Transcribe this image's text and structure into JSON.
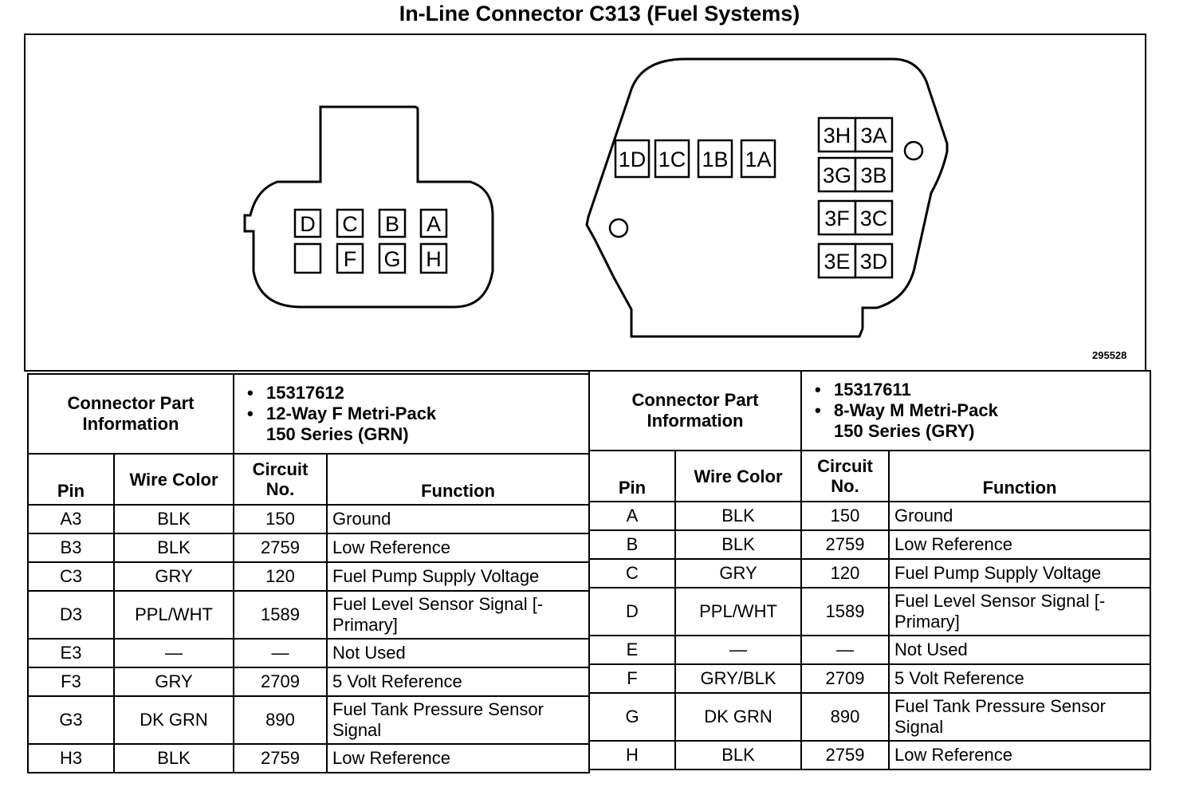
{
  "title": "In-Line Connector C313 (Fuel Systems)",
  "figure_id": "295528",
  "left_connector": {
    "pins": [
      "D",
      "C",
      "B",
      "A",
      "",
      "F",
      "G",
      "H"
    ]
  },
  "right_connector": {
    "row1": [
      "1D",
      "1C",
      "1B",
      "1A"
    ],
    "grid": [
      "3H",
      "3A",
      "3G",
      "3B",
      "3F",
      "3C",
      "3E",
      "3D"
    ]
  },
  "left_table": {
    "info_label": "Connector Part Information",
    "part_number": "15317612",
    "part_desc_1": "12-Way F Metri-Pack",
    "part_desc_2": "150 Series (GRN)",
    "headers": {
      "pin": "Pin",
      "wire_color": "Wire Color",
      "circuit": "Circuit No.",
      "function": "Function"
    },
    "rows": [
      {
        "pin": "A3",
        "wire": "BLK",
        "circuit": "150",
        "function": "Ground"
      },
      {
        "pin": "B3",
        "wire": "BLK",
        "circuit": "2759",
        "function": "Low Reference"
      },
      {
        "pin": "C3",
        "wire": "GRY",
        "circuit": "120",
        "function": "Fuel Pump Supply Voltage"
      },
      {
        "pin": "D3",
        "wire": "PPL/WHT",
        "circuit": "1589",
        "function": "Fuel Level Sensor Signal [- Primary]"
      },
      {
        "pin": "E3",
        "wire": "—",
        "circuit": "—",
        "function": "Not Used"
      },
      {
        "pin": "F3",
        "wire": "GRY",
        "circuit": "2709",
        "function": "5 Volt Reference"
      },
      {
        "pin": "G3",
        "wire": "DK GRN",
        "circuit": "890",
        "function": "Fuel Tank Pressure Sensor Signal"
      },
      {
        "pin": "H3",
        "wire": "BLK",
        "circuit": "2759",
        "function": "Low Reference"
      }
    ]
  },
  "right_table": {
    "info_label": "Connector Part Information",
    "part_number": "15317611",
    "part_desc_1": "8-Way M Metri-Pack",
    "part_desc_2": "150 Series (GRY)",
    "headers": {
      "pin": "Pin",
      "wire_color": "Wire Color",
      "circuit": "Circuit No.",
      "function": "Function"
    },
    "rows": [
      {
        "pin": "A",
        "wire": "BLK",
        "circuit": "150",
        "function": "Ground"
      },
      {
        "pin": "B",
        "wire": "BLK",
        "circuit": "2759",
        "function": "Low Reference"
      },
      {
        "pin": "C",
        "wire": "GRY",
        "circuit": "120",
        "function": "Fuel Pump Supply Voltage"
      },
      {
        "pin": "D",
        "wire": "PPL/WHT",
        "circuit": "1589",
        "function": "Fuel Level Sensor Signal [- Primary]"
      },
      {
        "pin": "E",
        "wire": "—",
        "circuit": "—",
        "function": "Not Used"
      },
      {
        "pin": "F",
        "wire": "GRY/BLK",
        "circuit": "2709",
        "function": "5 Volt Reference"
      },
      {
        "pin": "G",
        "wire": "DK GRN",
        "circuit": "890",
        "function": "Fuel Tank Pressure Sensor Signal"
      },
      {
        "pin": "H",
        "wire": "BLK",
        "circuit": "2759",
        "function": "Low Reference"
      }
    ]
  }
}
